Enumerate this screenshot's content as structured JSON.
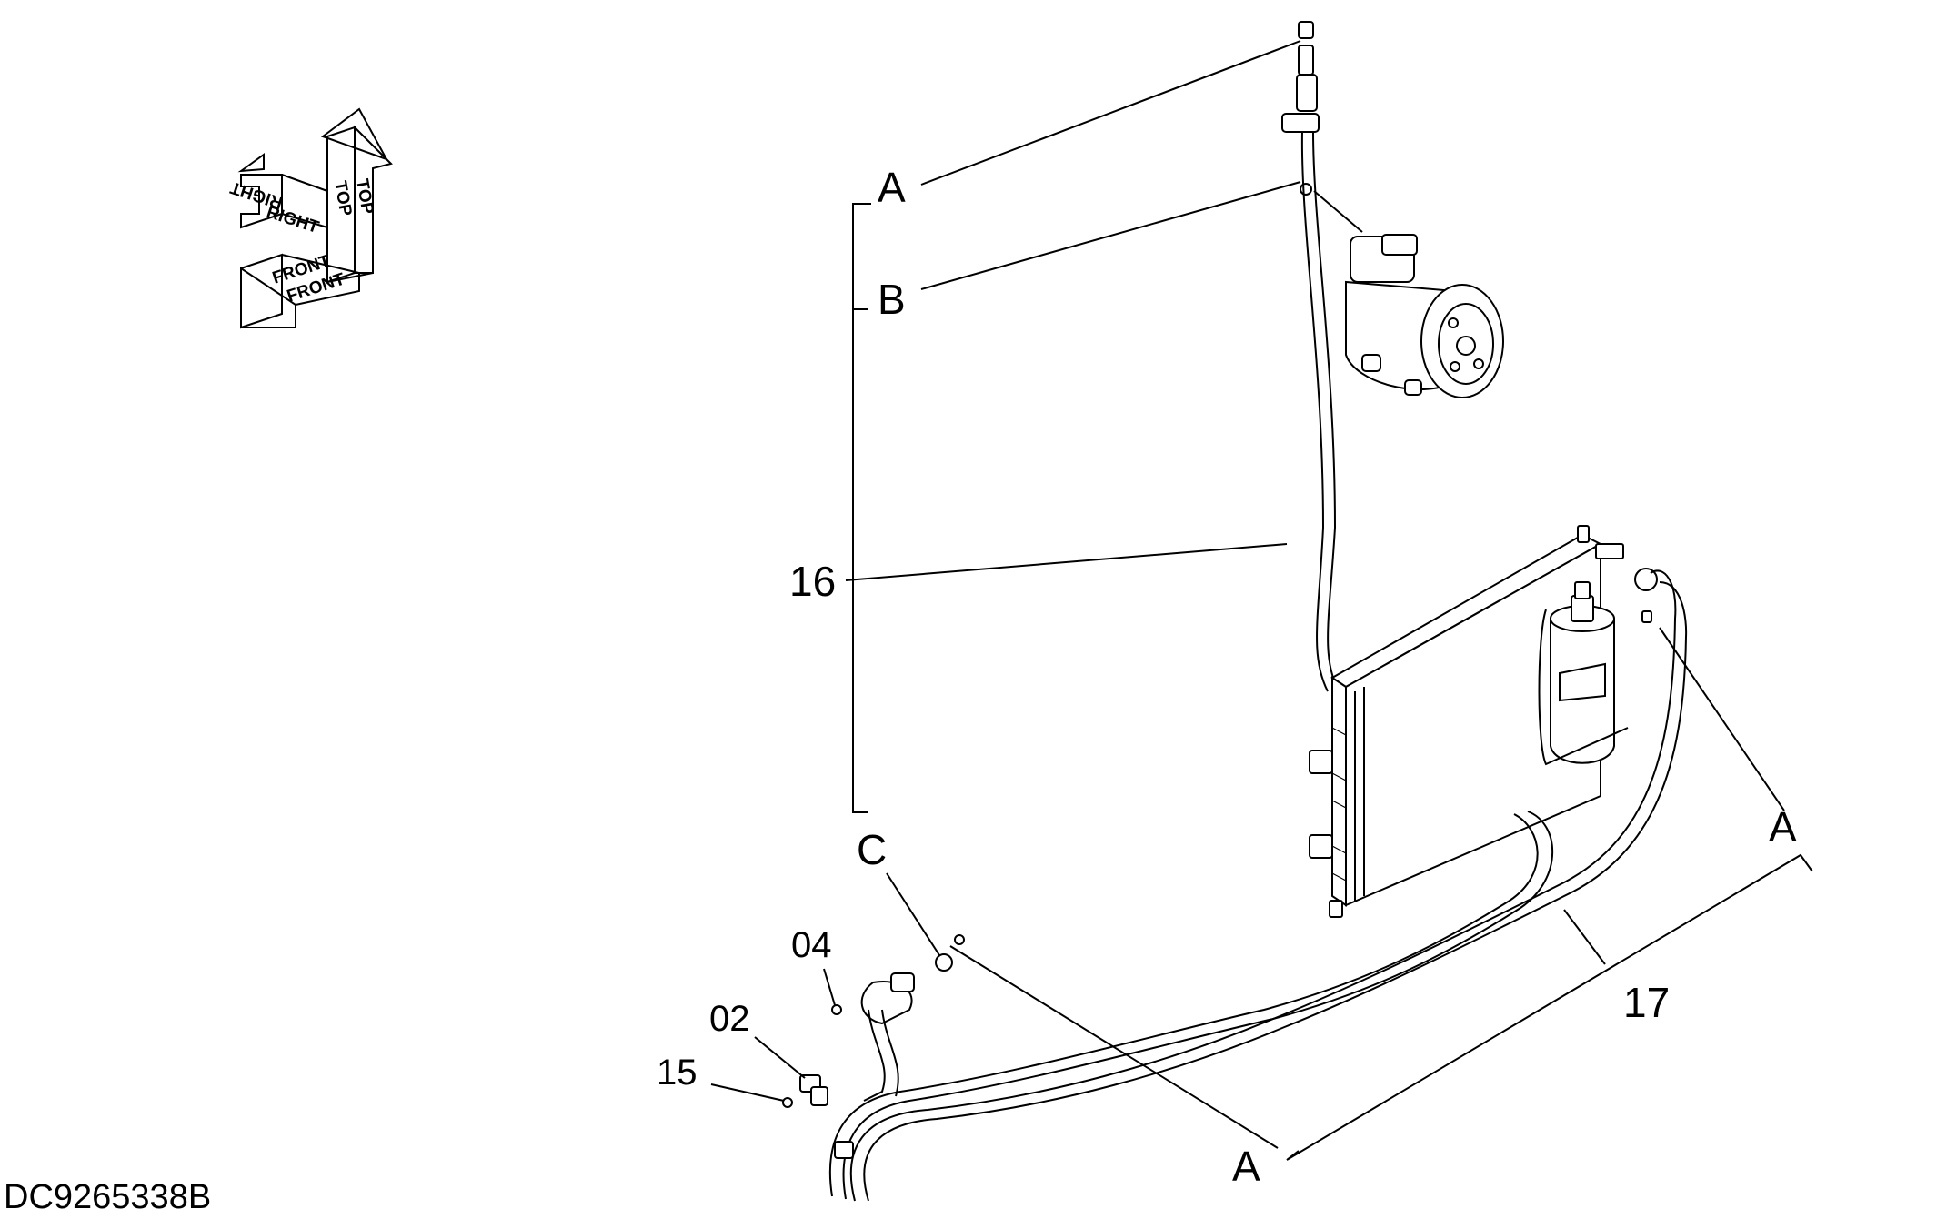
{
  "diagram": {
    "drawing_code": "DC9265338B",
    "orientation_labels": {
      "right_1": "RIGHT",
      "right_2": "RIGHT",
      "front_1": "FRONT",
      "front_2": "FRONT",
      "top_1": "TOP",
      "top_2": "TOP"
    },
    "callouts": {
      "a_top": "A",
      "b": "B",
      "c": "C",
      "a_bottom": "A",
      "a_right": "A",
      "part_16": "16",
      "part_17": "17",
      "part_04": "04",
      "part_02": "02",
      "part_15": "15"
    },
    "colors": {
      "line": "#000000",
      "background": "#ffffff"
    }
  }
}
